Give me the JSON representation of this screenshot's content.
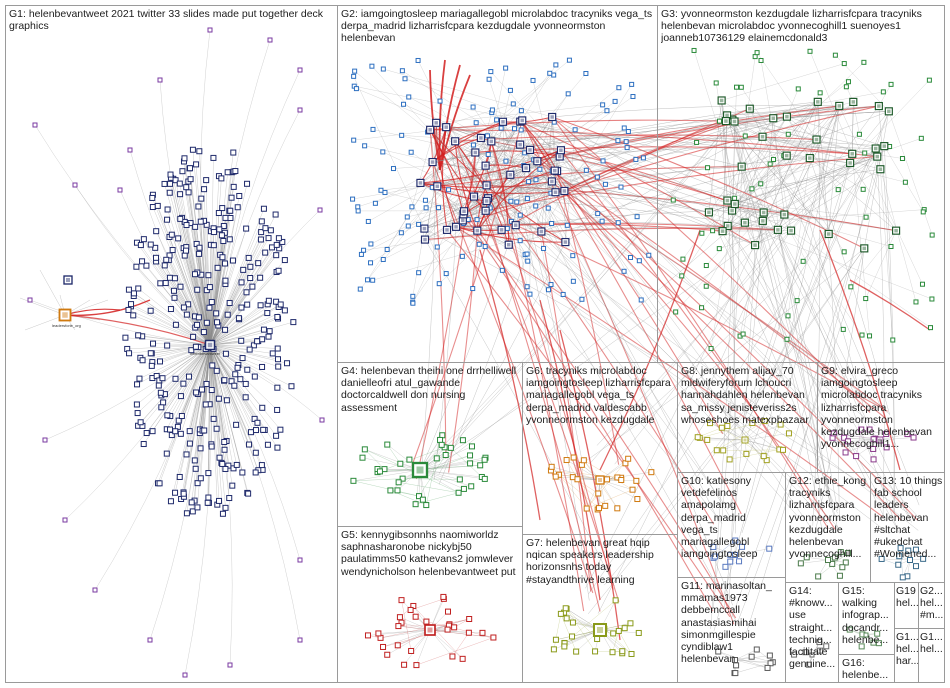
{
  "groups": [
    {
      "id": "G1",
      "text": "G1: helenbevantweet 2021 twitter 33 slides made put together deck graphics"
    },
    {
      "id": "G2",
      "text": "G2: iamgoingtosleep mariagallegobl microlabdoc tracyniks vega_ts derpa_madrid lizharrisfcpara kezdugdale yvonneormston helenbevan"
    },
    {
      "id": "G3",
      "text": "G3: yvonneormston kezdugdale lizharrisfcpara tracyniks helenbevan microlabdoc yvonnecoghill1 suenoyes1 joanneb10736129 elainemcdonald3"
    },
    {
      "id": "G4",
      "text": "G4: helenbevan theihi one drrhelliwell danielleofri atul_gawande doctorcaldwell don nursing assessment"
    },
    {
      "id": "G5",
      "text": "G5: kennygibsonnhs naomiworldz saphnasharonobe nickybj50 paulatimms50 kathevans2 jomwlever wendynicholson helenbevantweet put"
    },
    {
      "id": "G6",
      "text": "G6: tracyniks microlabdoc iamgoingtosleep lizharrisfcpara mariagallegobl vega_ts derpa_madrid valdescabb yvonneormston kezdugdale"
    },
    {
      "id": "G7",
      "text": "G7: helenbevan great hqip nqican speakers leadership horizonsnhs today #stayandthrive learning"
    },
    {
      "id": "G8",
      "text": "G8: jennythem alijay_70 midwiferyforum lchoucri hannahdahlen helenbevan sa_missy jenisteveriss2s whoseshoes matexpbazaar"
    },
    {
      "id": "G9",
      "text": "G9: elvira_greco iamgoingtosleep microlabdoc tracyniks lizharrisfcpara yvonneormston kezdugdale helenbevan yvonnecoghill1..."
    },
    {
      "id": "G10",
      "text": "G10: katiesony vetdefelinos amapolamg derpa_madrid vega_ts mariagallegobl iamgoingtosleep"
    },
    {
      "id": "G11",
      "text": "G11: marinasoltan_ mmamas1973 debbemccall anastasiasmihai simonmgillespie cyndiblaw1 helenbevan"
    },
    {
      "id": "G12",
      "text": "G12: ethie_kong tracyniks lizharrisfcpara yvonneormston kezdugdale helenbevan yvonnecoghill..."
    },
    {
      "id": "G13",
      "text": "G13: 10 things fab school leaders helenbevan #sltchat #ukedchat #Womened..."
    },
    {
      "id": "G14",
      "text": "G14: #knowv... use straight... techniq... facilitate genuine..."
    },
    {
      "id": "G15",
      "text": "G15: walking infograp... docandr... helenbe..."
    },
    {
      "id": "G16",
      "text": "G16: helenbe..."
    },
    {
      "id": "G17",
      "text": "G1... hel... har..."
    },
    {
      "id": "G18",
      "text": "G1... hel..."
    },
    {
      "id": "G19",
      "text": "G19 hel..."
    },
    {
      "id": "G20",
      "text": "G2... hel... #m..."
    }
  ],
  "colors": {
    "edge_gray": "#8c8c8c",
    "edge_red": "#d21e1e",
    "frame": "#9a9a9a",
    "node_navy": "#1f2a6b",
    "node_blue": "#2d6fc0",
    "node_green": "#2a8a3a",
    "node_olive": "#8a9a1a",
    "node_red": "#c02020",
    "node_orange": "#d07a10",
    "node_purple": "#7a3aa0"
  },
  "hub_labels": {
    "g1_hub": "helenbevantweet",
    "g1_left": "leadersforle_org"
  }
}
